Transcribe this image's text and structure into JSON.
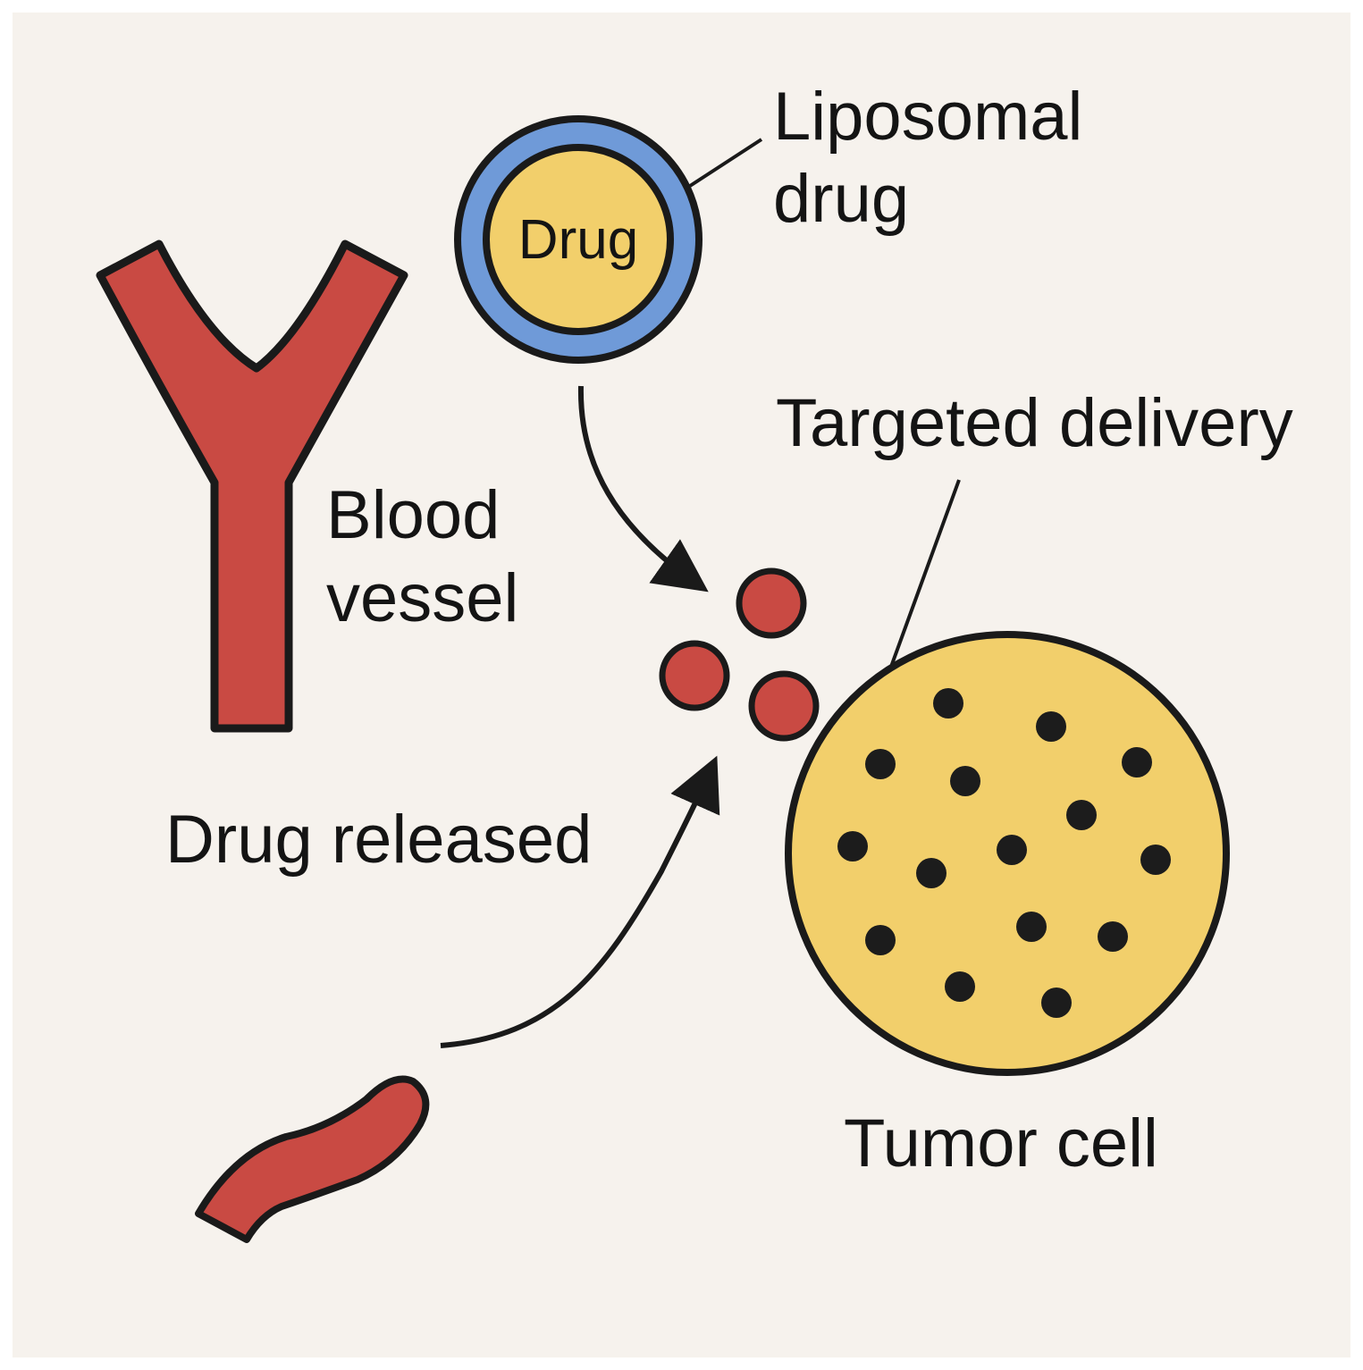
{
  "labels": {
    "liposomal_line1": "Liposomal",
    "liposomal_line2": "drug",
    "drug_core": "Drug",
    "blood_line1": "Blood",
    "blood_line2": "vessel",
    "targeted_delivery": "Targeted delivery",
    "drug_released": "Drug released",
    "tumor_cell": "Tumor cell"
  },
  "colors": {
    "background": "#f6f2ed",
    "outline": "#1a1a1a",
    "vessel_red": "#c94a43",
    "liposome_blue": "#6f9ad8",
    "drug_yellow": "#f2cf6b",
    "tumor_yellow": "#f2cf6b",
    "dot_dark": "#1c1c1c"
  }
}
